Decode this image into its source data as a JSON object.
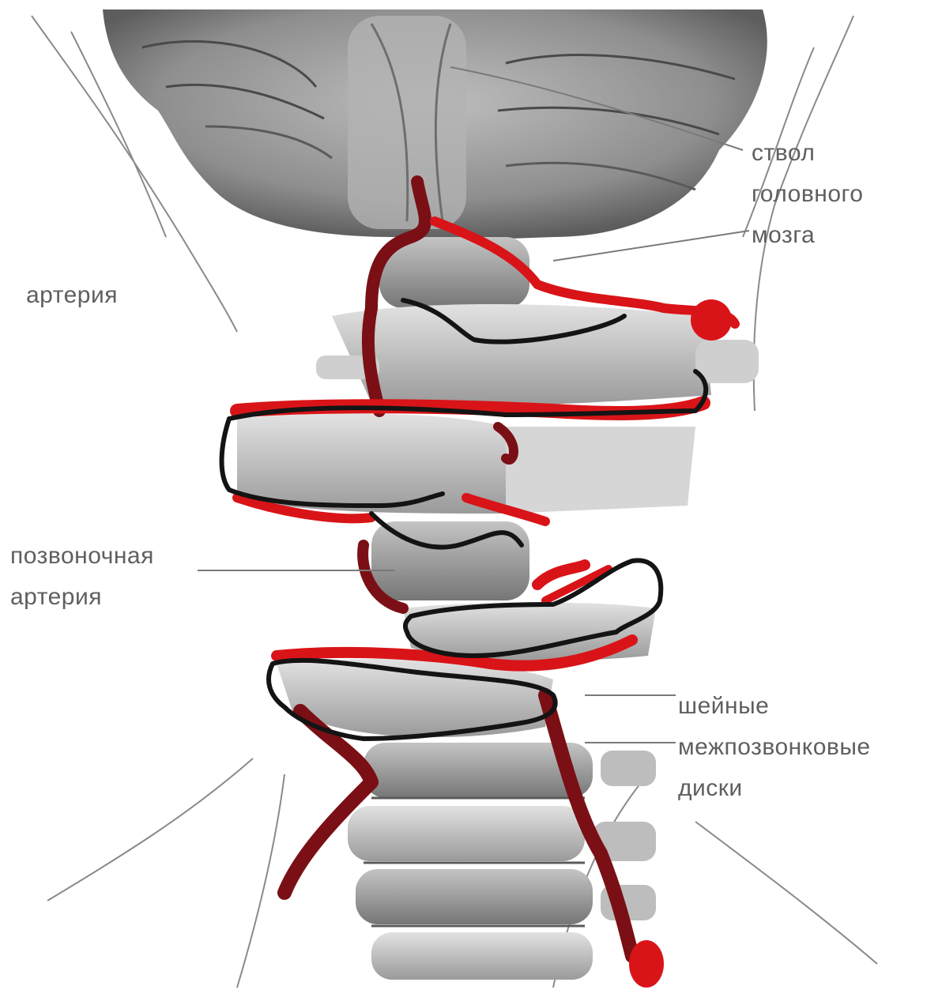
{
  "labels": {
    "brainstem": [
      "ствол",
      "головного",
      "мозга"
    ],
    "artery": [
      "артерия"
    ],
    "vertebral_artery": [
      "позвоночная",
      "артерия"
    ],
    "cervical_discs": [
      "шейные",
      "межпозвонковые",
      "диски"
    ]
  },
  "colors": {
    "artery_red": "#d91418",
    "artery_dark": "#7a1015",
    "outline": "#141414",
    "bone_light": "#d9d9d9",
    "bone_mid": "#a9a9a9",
    "bone_dark": "#6e6e6e",
    "leader_line": "#7a7a7a"
  }
}
